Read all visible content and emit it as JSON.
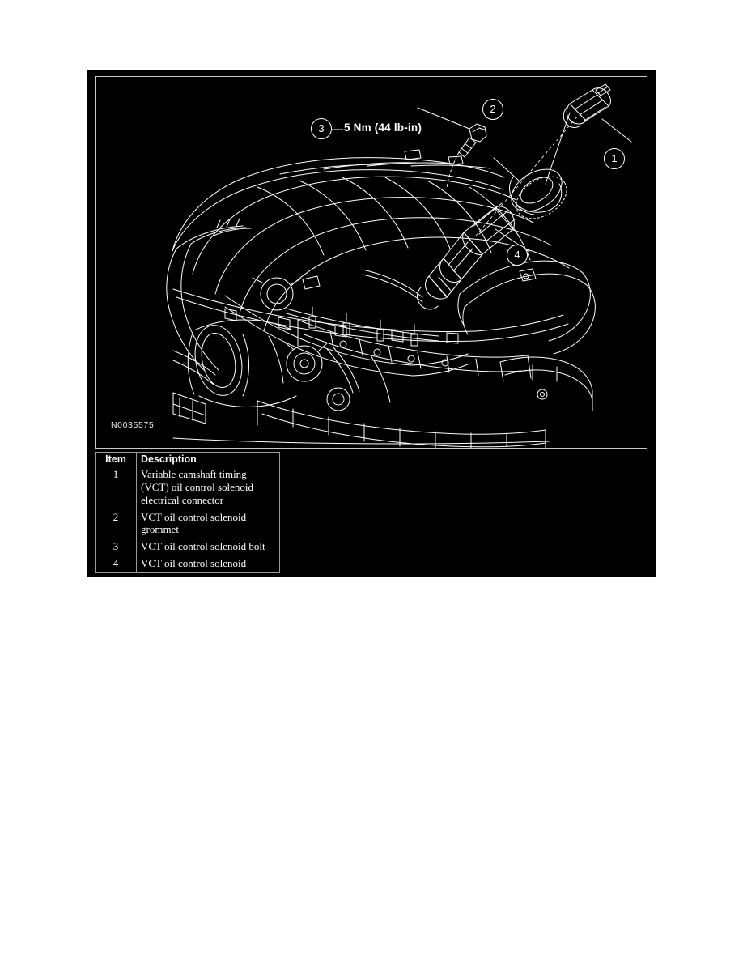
{
  "figure": {
    "figure_id": "N0035575",
    "torque_note": "5 Nm (44 lb-in)",
    "callouts": [
      {
        "number": "1",
        "refers_to": "Variable camshaft timing (VCT) oil control solenoid electrical connector"
      },
      {
        "number": "2",
        "refers_to": "VCT oil control solenoid grommet"
      },
      {
        "number": "3",
        "refers_to": "VCT oil control solenoid bolt"
      },
      {
        "number": "4",
        "refers_to": "VCT oil control solenoid"
      }
    ]
  },
  "legend": {
    "headers": [
      "Item",
      "Description"
    ],
    "rows": [
      {
        "item": "1",
        "description": "Variable camshaft timing (VCT) oil control solenoid electrical connector"
      },
      {
        "item": "2",
        "description": "VCT oil control solenoid grommet"
      },
      {
        "item": "3",
        "description": "VCT oil control solenoid bolt"
      },
      {
        "item": "4",
        "description": "VCT oil control solenoid"
      }
    ]
  },
  "colors": {
    "panel_background": "#000000",
    "line_art": "#ffffff",
    "page_background": "#ffffff",
    "table_border": "#9a9a9a"
  }
}
